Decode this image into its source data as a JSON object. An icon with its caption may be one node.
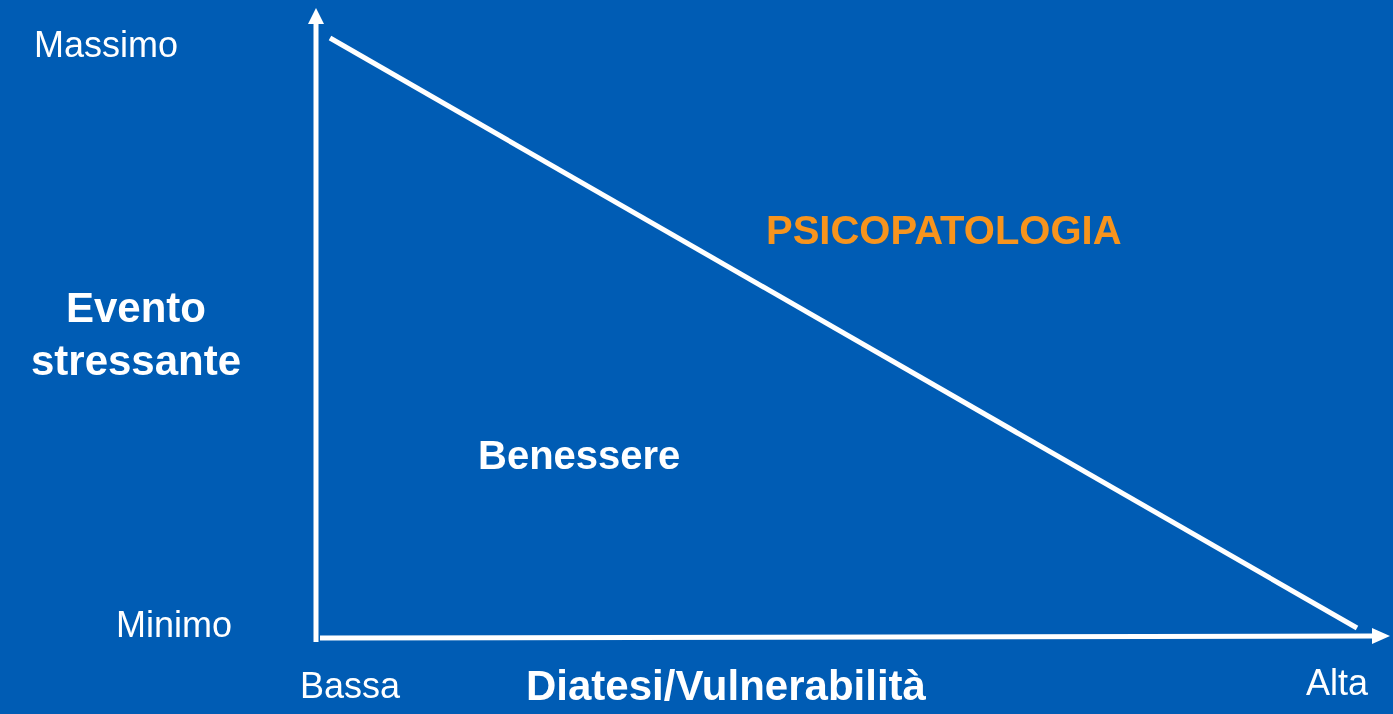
{
  "diagram": {
    "labels": [
      "Massimo",
      "PSICOPATOLOGIA",
      "Evento stressante",
      "Benessere",
      "Minimo",
      "Bassa",
      "Diatesi/Vulnerabilità",
      "Alta"
    ]
  }
}
